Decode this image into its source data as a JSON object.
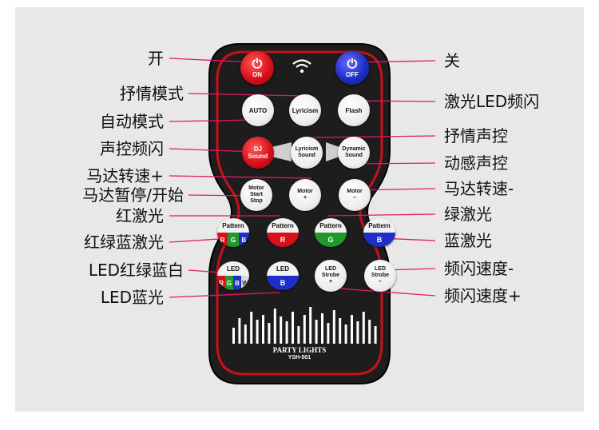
{
  "labels_left": [
    {
      "id": "on",
      "text": "开"
    },
    {
      "id": "lyricism_mode",
      "text": "抒情模式"
    },
    {
      "id": "auto_mode",
      "text": "自动模式"
    },
    {
      "id": "dj_sound",
      "text": "声控频闪"
    },
    {
      "id": "motor_plus",
      "text": "马达转速+"
    },
    {
      "id": "motor_start_stop",
      "text": "马达暂停/开始"
    },
    {
      "id": "pattern_r",
      "text": "红激光"
    },
    {
      "id": "pattern_rgb",
      "text": "红绿蓝激光"
    },
    {
      "id": "led_rgbw",
      "text": "LED红绿蓝白"
    },
    {
      "id": "led_b",
      "text": "LED蓝光"
    }
  ],
  "labels_right": [
    {
      "id": "off",
      "text": "关"
    },
    {
      "id": "flash",
      "text": "激光LED频闪"
    },
    {
      "id": "lyricism_sound",
      "text": "抒情声控"
    },
    {
      "id": "dynamic_sound",
      "text": "动感声控"
    },
    {
      "id": "motor_minus",
      "text": "马达转速-"
    },
    {
      "id": "pattern_g",
      "text": "绿激光"
    },
    {
      "id": "pattern_b",
      "text": "蓝激光"
    },
    {
      "id": "strobe_minus",
      "text": "频闪速度-"
    },
    {
      "id": "strobe_plus",
      "text": "频闪速度+"
    }
  ],
  "buttons": {
    "on": {
      "text": "ON"
    },
    "off": {
      "text": "OFF"
    },
    "auto": {
      "text": "AUTO"
    },
    "lyricism": {
      "text": "Lyricism"
    },
    "flash": {
      "text": "Flash"
    },
    "dj_sound": {
      "line1": "DJ",
      "line2": "Sound"
    },
    "lyricism_sound": {
      "line1": "Lyricism",
      "line2": "Sound"
    },
    "dynamic_sound": {
      "line1": "Dynamic",
      "line2": "Sound"
    },
    "motor_start_stop": {
      "line1": "Motor",
      "line2": "Start",
      "line3": "Stop"
    },
    "motor_plus": {
      "line1": "Motor",
      "line2": "+"
    },
    "motor_minus": {
      "line1": "Motor",
      "line2": "–"
    },
    "pattern_rgb": {
      "title": "Pattern",
      "r": "R",
      "g": "G",
      "b": "B"
    },
    "pattern_r": {
      "title": "Pattern",
      "value": "R"
    },
    "pattern_g": {
      "title": "Pattern",
      "value": "G"
    },
    "pattern_b": {
      "title": "Pattern",
      "value": "B"
    },
    "led_rgbw": {
      "title": "LED",
      "r": "R",
      "g": "G",
      "b": "B",
      "w": "W"
    },
    "led_b": {
      "title": "LED",
      "value": "B"
    },
    "strobe_plus": {
      "line1": "LED",
      "line2": "Strobe",
      "line3": "+"
    },
    "strobe_minus": {
      "line1": "LED",
      "line2": "Strobe",
      "line3": "–"
    }
  },
  "brand": {
    "name": "PARTY LIGHTS",
    "model": "YSH-501"
  },
  "colors": {
    "accent_red": "#d8101a",
    "accent_blue": "#1d2fc8",
    "remote_body": "#1e1e1e",
    "leader_line": "#e0196e"
  }
}
